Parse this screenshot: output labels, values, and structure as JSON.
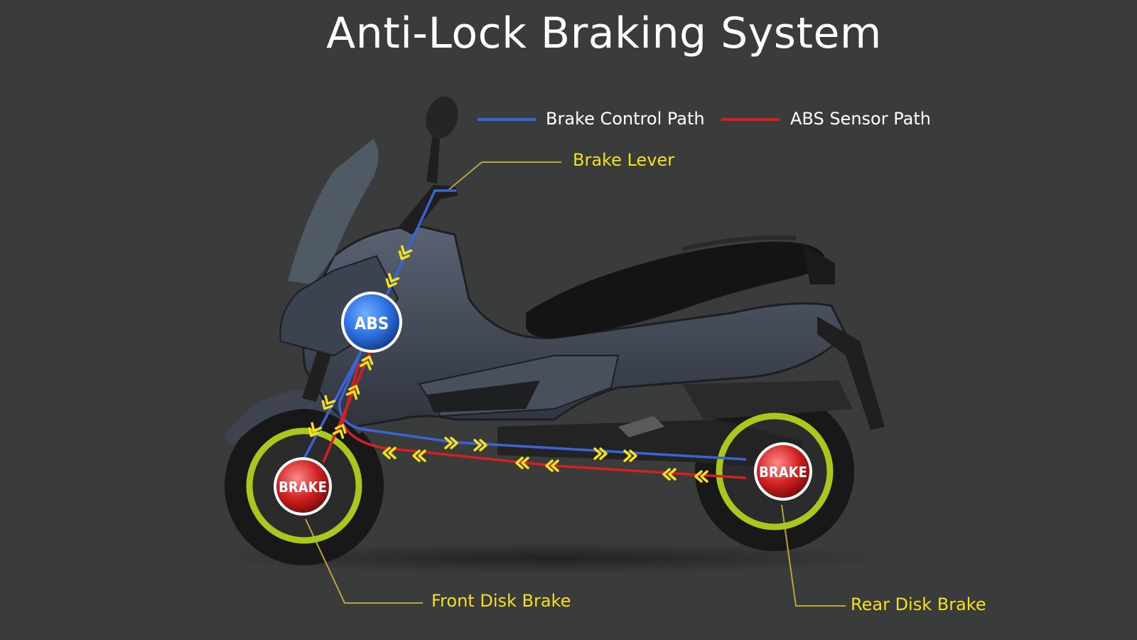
{
  "title": "Anti-Lock Braking System",
  "legend": [
    {
      "label": "Brake Control Path",
      "color": "#3a63d6"
    },
    {
      "label": "ABS Sensor Path",
      "color": "#d42020"
    }
  ],
  "callouts": {
    "brake_lever": "Brake Lever",
    "front_disk_brake": "Front Disk Brake",
    "rear_disk_brake": "Rear Disk Brake"
  },
  "nodes": {
    "abs": "ABS",
    "front_brake": "BRAKE",
    "rear_brake": "BRAKE"
  },
  "colors": {
    "background": "#3a3b3b",
    "callout_text": "#f4e01c",
    "wheel_ring": "#a8c81e",
    "arrow": "#f4e01c",
    "abs_node": "#2b6fe0",
    "brake_node": "#d01f1f"
  }
}
